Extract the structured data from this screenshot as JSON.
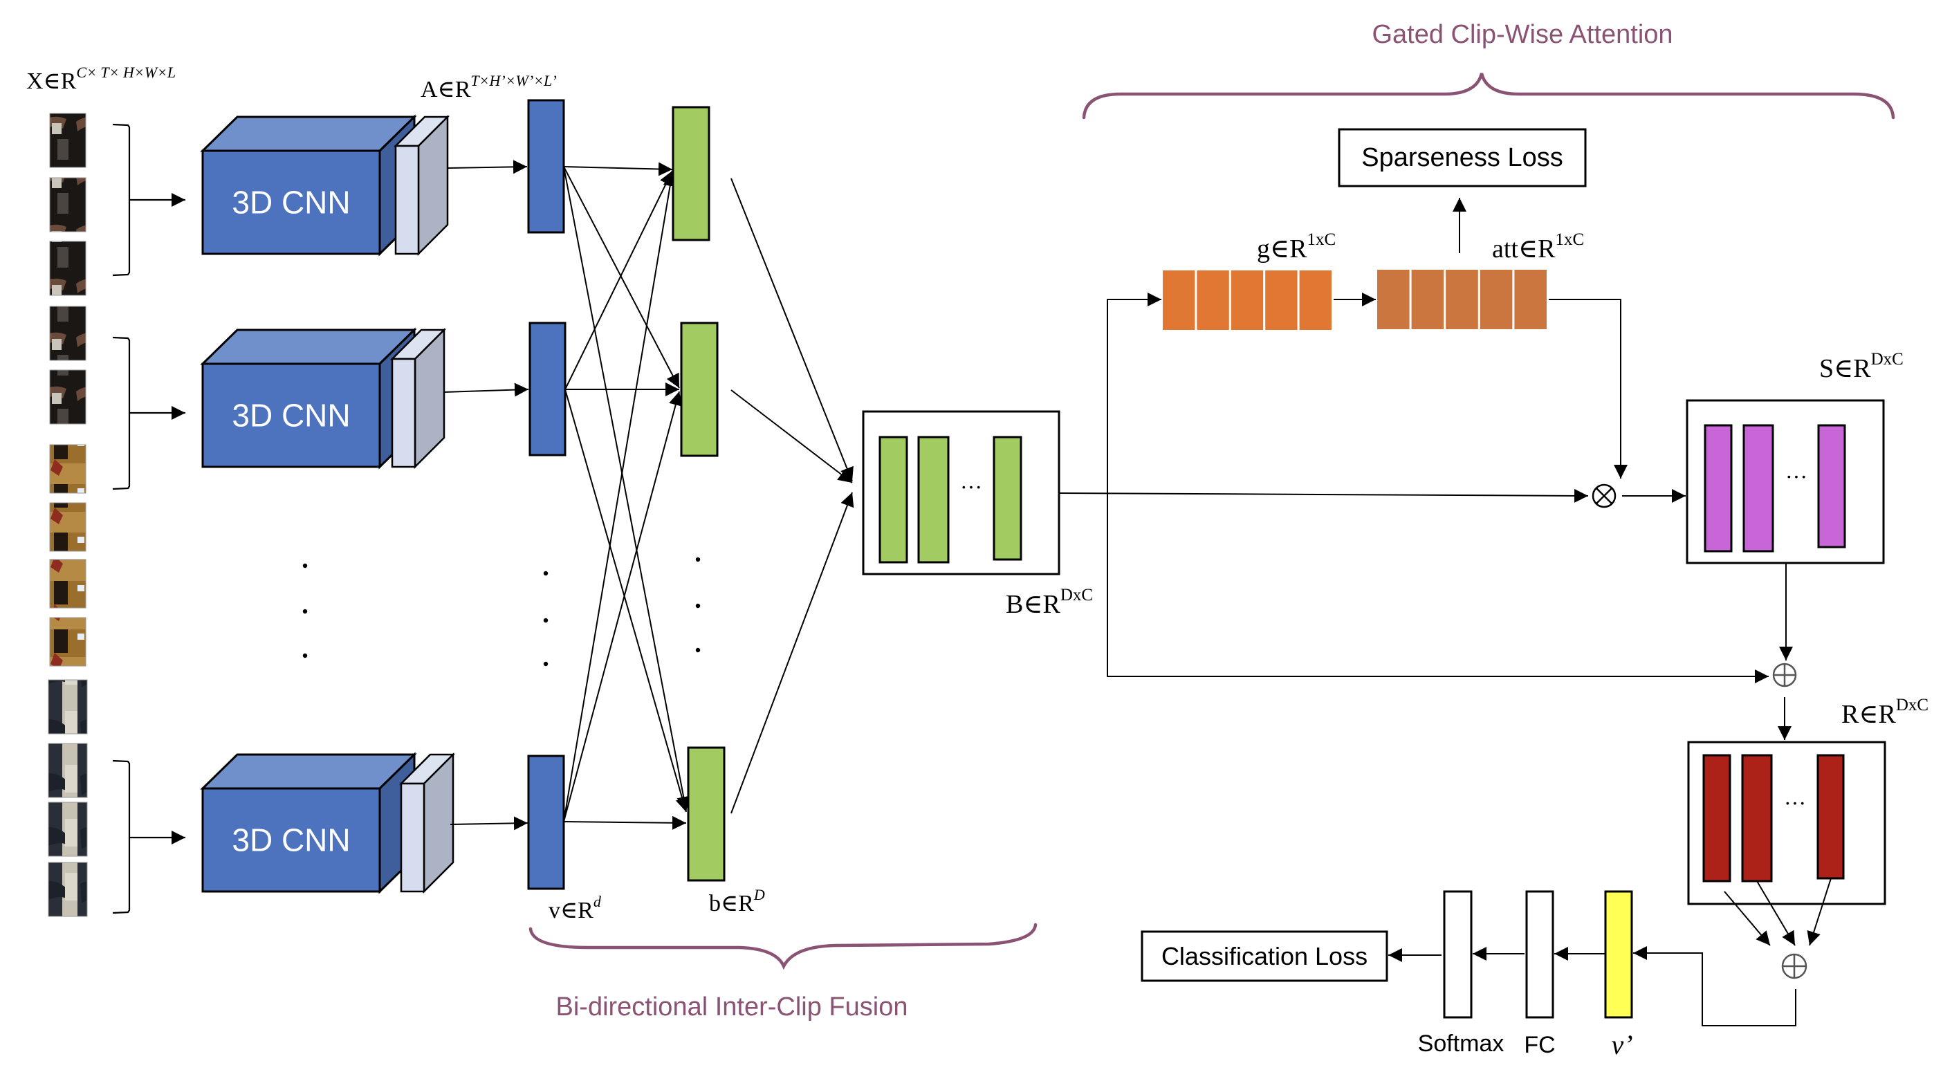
{
  "colors": {
    "cnn_front": "#4E73BE",
    "cnn_top": "#7090CB",
    "cnn_side": "#3E5E9C",
    "slab_front": "#D5DDEF",
    "slab_side": "#ACB3C4",
    "clip_feature": "#4E73BE",
    "fused_feature": "#A2CC62",
    "gate": "#E07733",
    "attention": "#CB763F",
    "scaled": "#C866D7",
    "residual": "#AC2218",
    "final_vector": "#FFFF55",
    "bracket_text": "#8A5374"
  },
  "labels": {
    "input": {
      "base": "X∈R",
      "sup": "C× T× H×W×L"
    },
    "cnn_output": {
      "base": "A∈R",
      "sup": "T×H’×W’×L’"
    },
    "clip_vector": {
      "base": "v∈R",
      "sup": "d"
    },
    "fused_vector": {
      "base": "b∈R",
      "sup": "D"
    },
    "fused_matrix": {
      "base": "B∈R",
      "sup": "DxC"
    },
    "gate": {
      "base": "g∈R",
      "sup": "1xC"
    },
    "attention": {
      "base": "att∈R",
      "sup": "1xC"
    },
    "scaled_matrix": {
      "base": "S∈R",
      "sup": "DxC"
    },
    "residual_matrix": {
      "base": "R∈R",
      "sup": "DxC"
    },
    "final_vector": "v’",
    "softmax": "Softmax",
    "fc": "FC"
  },
  "cnn_blocks": [
    {
      "label": "3D CNN"
    },
    {
      "label": "3D CNN"
    },
    {
      "label": "3D CNN"
    }
  ],
  "boxes": {
    "sparseness_loss": "Sparseness Loss",
    "classification_loss": "Classification Loss"
  },
  "sections": {
    "gated_attention": "Gated Clip-Wise Attention",
    "inter_clip_fusion": "Bi-directional Inter-Clip Fusion"
  },
  "operators": {
    "multiply": "⊗",
    "add": "⊕",
    "ellipsis": "···"
  },
  "input_frames": [
    {
      "tone": "dark"
    },
    {
      "tone": "dark"
    },
    {
      "tone": "dark"
    },
    {
      "tone": "dark"
    },
    {
      "tone": "dark"
    },
    {
      "tone": "tan"
    },
    {
      "tone": "tan"
    },
    {
      "tone": "tan"
    },
    {
      "tone": "tan"
    },
    {
      "tone": "gray"
    },
    {
      "tone": "gray"
    },
    {
      "tone": "gray"
    },
    {
      "tone": "gray"
    }
  ],
  "gate_cells": 5,
  "attention_cells": 5
}
